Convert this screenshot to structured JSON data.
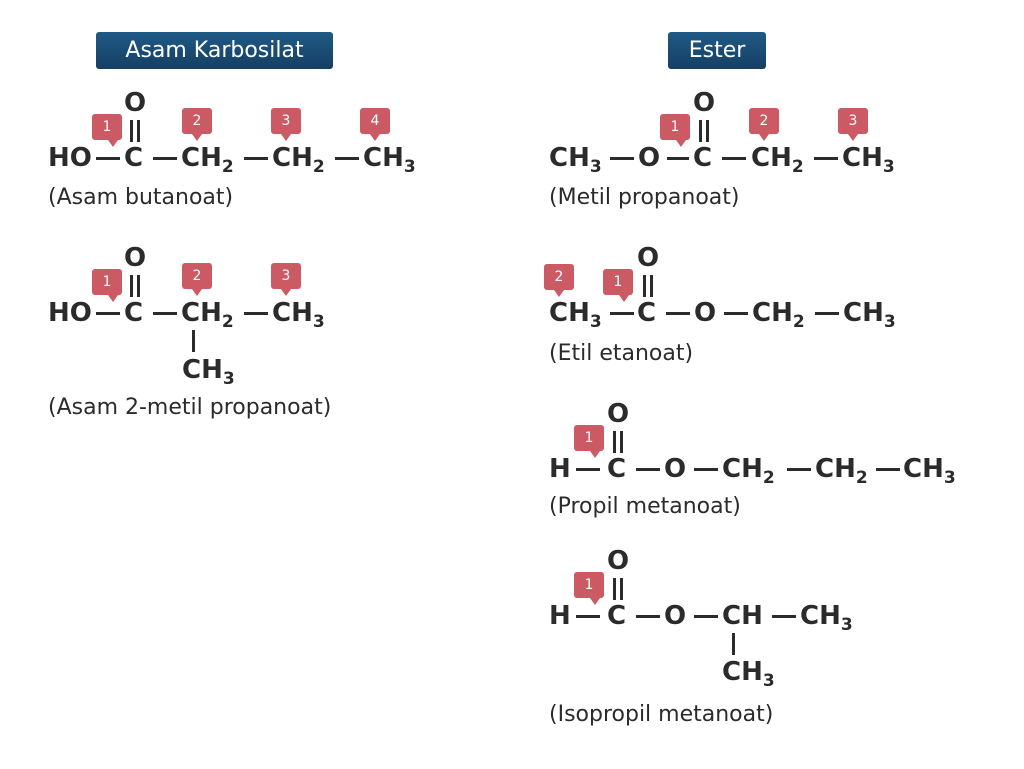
{
  "headers": {
    "left": "Asam Karbosilat",
    "right": "Ester"
  },
  "atoms": {
    "o": "O",
    "ho": "HO",
    "c": "C",
    "h": "H",
    "ch": "CH",
    "ch2": "CH",
    "ch3": "CH",
    "sub2": "2",
    "sub3": "3"
  },
  "tags": {
    "n1": "1",
    "n2": "2",
    "n3": "3",
    "n4": "4"
  },
  "captions": {
    "asam_butanoat": "(Asam butanoat)",
    "asam_2_metil": "(Asam 2-metil propanoat)",
    "metil_propanoat": "(Metil propanoat)",
    "etil_etanoat": "(Etil etanoat)",
    "propil_metanoat": "(Propil metanoat)",
    "isopropil_metanoat": "(Isopropil metanoat)"
  },
  "colors": {
    "header_bg": "#1b4b73",
    "tag_bg": "#cc5a64",
    "text": "#2b2b2b"
  }
}
